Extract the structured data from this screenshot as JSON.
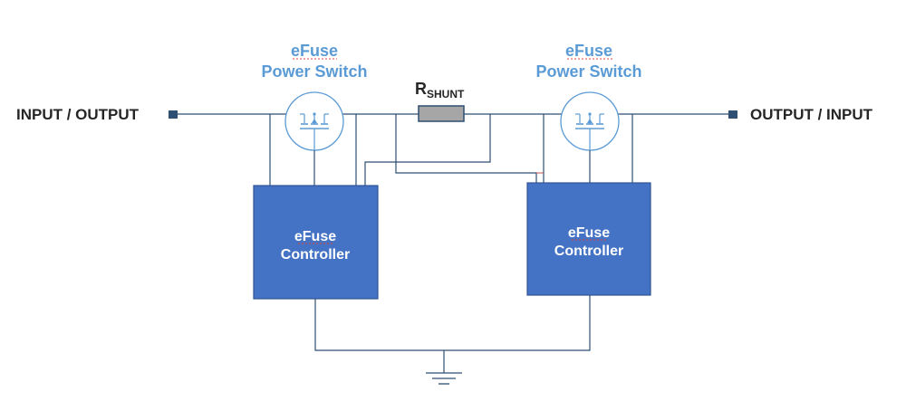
{
  "left_terminal": {
    "label": "INPUT / OUTPUT"
  },
  "right_terminal": {
    "label": "OUTPUT / INPUT"
  },
  "left_switch": {
    "title_line1": "eFuse",
    "title_line2": "Power Switch"
  },
  "right_switch": {
    "title_line1": "eFuse",
    "title_line2": "Power Switch"
  },
  "shunt": {
    "main": "R",
    "subscript": "SHUNT"
  },
  "left_controller": {
    "line1": "eFuse",
    "line2": "Controller"
  },
  "right_controller": {
    "line1": "eFuse",
    "line2": "Controller"
  },
  "colors": {
    "title_blue": "#5b9bd5",
    "controller_fill": "#4472c4",
    "controller_border": "#2f5597",
    "wire": "#2f4f73",
    "terminal": "#2f4f73",
    "resistor_fill": "#a6a6a6",
    "text_dark": "#262626",
    "spellcheck_red": "#e0403a"
  }
}
